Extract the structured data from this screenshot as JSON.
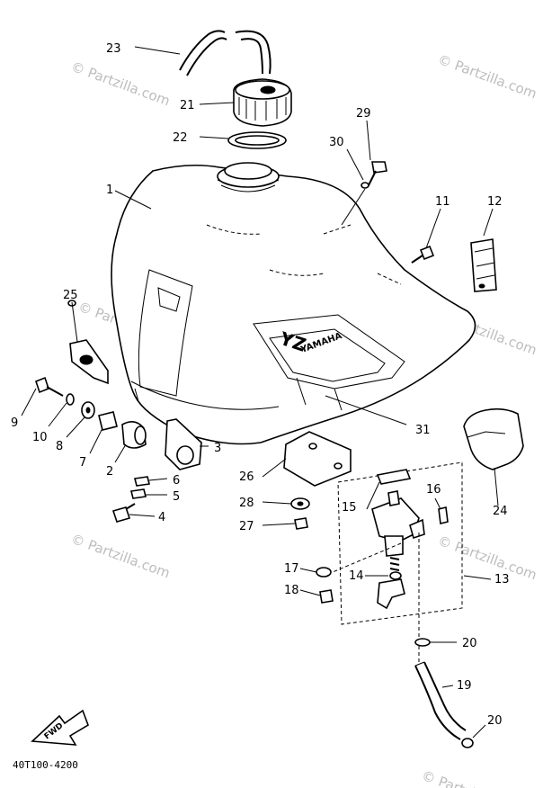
{
  "diagram_code": "40T100-4200",
  "fwd_label": "FWD",
  "tank_logo_text": "YZ",
  "tank_brand_text": "YAMAHA",
  "watermarks": [
    "© Partzilla.com",
    "© Partzilla.com",
    "© Partzilla.com",
    "© Partzilla.com",
    "© Partzilla.com",
    "© Partzilla.com",
    "© Partzilla.com"
  ],
  "callouts": {
    "c1": "1",
    "c2": "2",
    "c3": "3",
    "c4": "4",
    "c5": "5",
    "c6": "6",
    "c7": "7",
    "c8": "8",
    "c9": "9",
    "c10": "10",
    "c11": "11",
    "c12": "12",
    "c13": "13",
    "c14": "14",
    "c15": "15",
    "c16": "16",
    "c17": "17",
    "c18": "18",
    "c19": "19",
    "c20a": "20",
    "c20b": "20",
    "c21": "21",
    "c22": "22",
    "c23": "23",
    "c24": "24",
    "c25": "25",
    "c26": "26",
    "c27": "27",
    "c28": "28",
    "c29": "29",
    "c30": "30",
    "c31": "31"
  }
}
